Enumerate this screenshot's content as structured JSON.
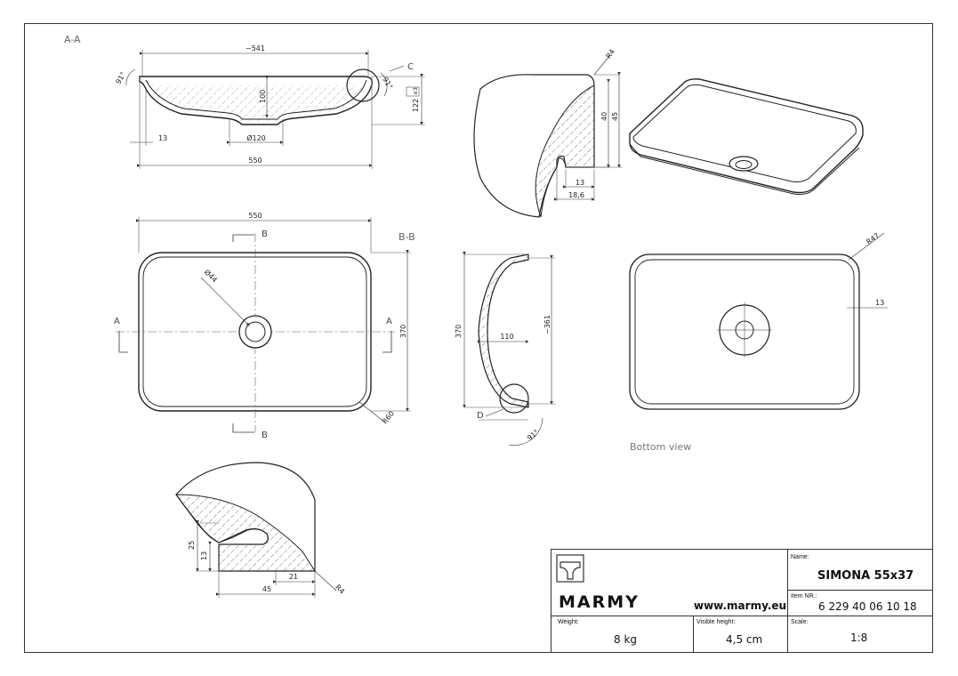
{
  "views": {
    "section_aa_label": "A-A",
    "section_bb_label": "B-B",
    "bottom_view_label": "Bottom view",
    "marker_a": "A",
    "marker_b": "B",
    "marker_c": "C",
    "marker_d": "D"
  },
  "dimensions": {
    "aa_width_top": "~541",
    "aa_angle_left": "91°",
    "aa_angle_right": "91°",
    "aa_depth": "100",
    "aa_height": "122",
    "aa_height_tolerance": "±3",
    "aa_rim": "13",
    "aa_drain": "Ø120",
    "aa_width": "550",
    "detail_c_radius": "R4",
    "detail_c_40": "40",
    "detail_c_45": "45",
    "detail_c_13": "13",
    "detail_c_18_6": "18,6",
    "plan_width": "550",
    "plan_height": "370",
    "plan_drain": "Ø44",
    "plan_radius": "R60",
    "bb_height": "370",
    "bb_inner": "~361",
    "bb_110": "110",
    "bb_angle": "91°",
    "bottom_radius": "R47",
    "bottom_13": "13",
    "detail_d_25": "25",
    "detail_d_13": "13",
    "detail_d_21": "21",
    "detail_d_45": "45",
    "detail_d_radius": "R4"
  },
  "title_block": {
    "brand": "MARMY",
    "website": "www.marmy.eu",
    "name_label": "Name:",
    "name_value": "SIMONA 55x37",
    "item_label": "Item NR.:",
    "item_value": "6 229 40 06 10 18",
    "weight_label": "Weight:",
    "weight_value": "8 kg",
    "visible_height_label": "Visible height:",
    "visible_height_value": "4,5 cm",
    "scale_label": "Scale:",
    "scale_value": "1:8"
  }
}
